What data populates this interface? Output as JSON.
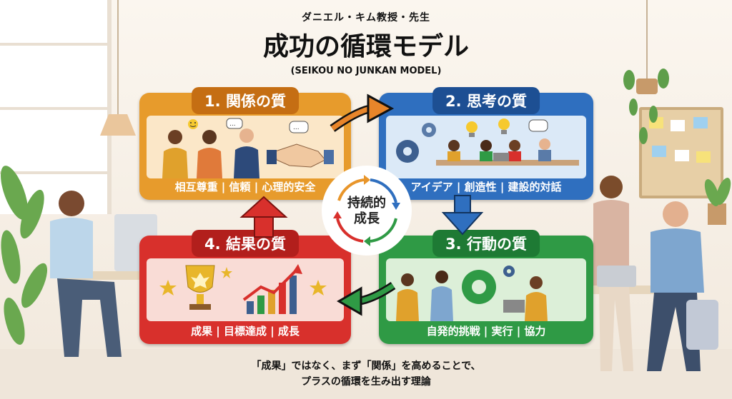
{
  "header": {
    "subtitle": "ダニエル・キム教授・先生",
    "title": "成功の循環モデル",
    "romaji": "(SEIKOU NO JUNKAN MODEL)"
  },
  "cards": [
    {
      "id": "card1",
      "label": "1. 関係の質",
      "tags": "相互尊重 | 信頼 | 心理的安全",
      "color": "#e79b2c"
    },
    {
      "id": "card2",
      "label": "2. 思考の質",
      "tags": "アイデア | 創造性 | 建設的対話",
      "color": "#2f6fbf"
    },
    {
      "id": "card3",
      "label": "3. 行動の質",
      "tags": "自発的挑戦 | 実行 | 協力",
      "color": "#2f9a45"
    },
    {
      "id": "card4",
      "label": "4. 結果の質",
      "tags": "成果 | 目標達成 | 成長",
      "color": "#d8302c"
    }
  ],
  "center": {
    "line1": "持続的",
    "line2": "成長"
  },
  "caption": {
    "line1": "「成果」ではなく、まず「関係」を高めることで、",
    "line2": "プラスの循環を生み出す理論"
  },
  "icons": [
    "speech-bubble-icon",
    "smiley-icon",
    "handshake-icon",
    "gear-icon",
    "lightbulb-icon",
    "trophy-icon",
    "star-icon",
    "growth-chart-icon",
    "laptop-icon"
  ]
}
